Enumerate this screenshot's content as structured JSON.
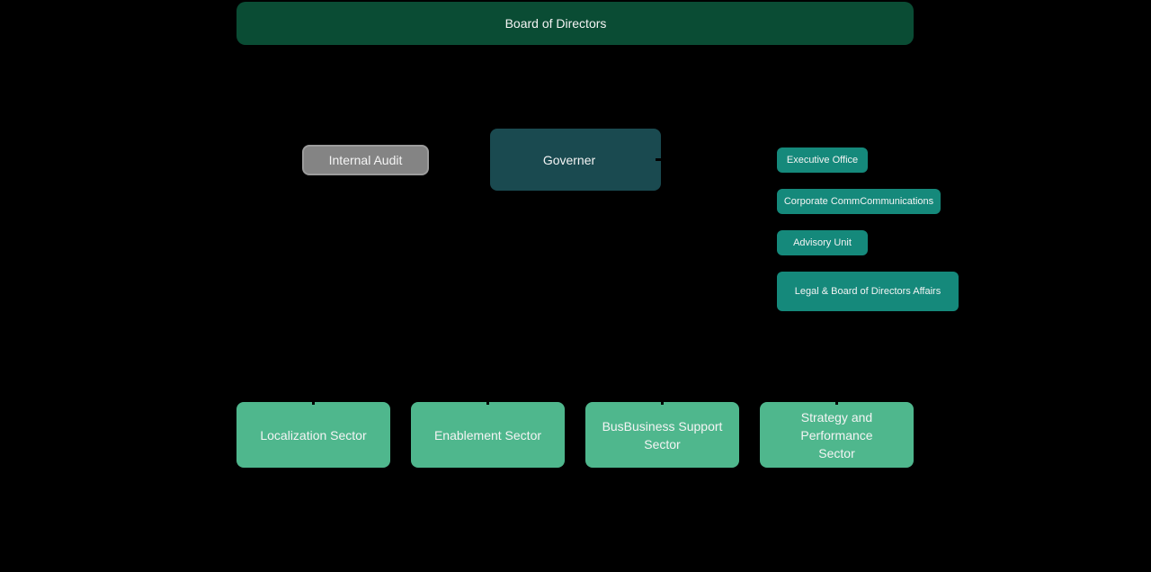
{
  "colors": {
    "background": "#000000",
    "board-green": "#0a4c34",
    "governer-teal": "#1a4a50",
    "unit-teal": "#15897b",
    "sector-green": "#4fb78d",
    "audit-gray": "#848484",
    "audit-border": "#9c9c9c",
    "label-text": "#f4f4f4",
    "connector-black": "#000000"
  },
  "org_chart": {
    "board": {
      "label": "Board of Directors"
    },
    "internal_audit": {
      "label": "Internal Audit"
    },
    "governer": {
      "label": "Governer"
    },
    "units": [
      {
        "label": "Executive Office"
      },
      {
        "label": "Corporate CommCommunications"
      },
      {
        "label": "Advisory Unit"
      },
      {
        "label": "Legal & Board of Directors Affairs"
      }
    ],
    "sectors": [
      {
        "label": "Localization Sector"
      },
      {
        "label": "Enablement Sector"
      },
      {
        "label": [
          "BusBusiness Support",
          "Sector"
        ]
      },
      {
        "label": [
          "Strategy and",
          "Performance",
          "Sector"
        ]
      }
    ]
  }
}
